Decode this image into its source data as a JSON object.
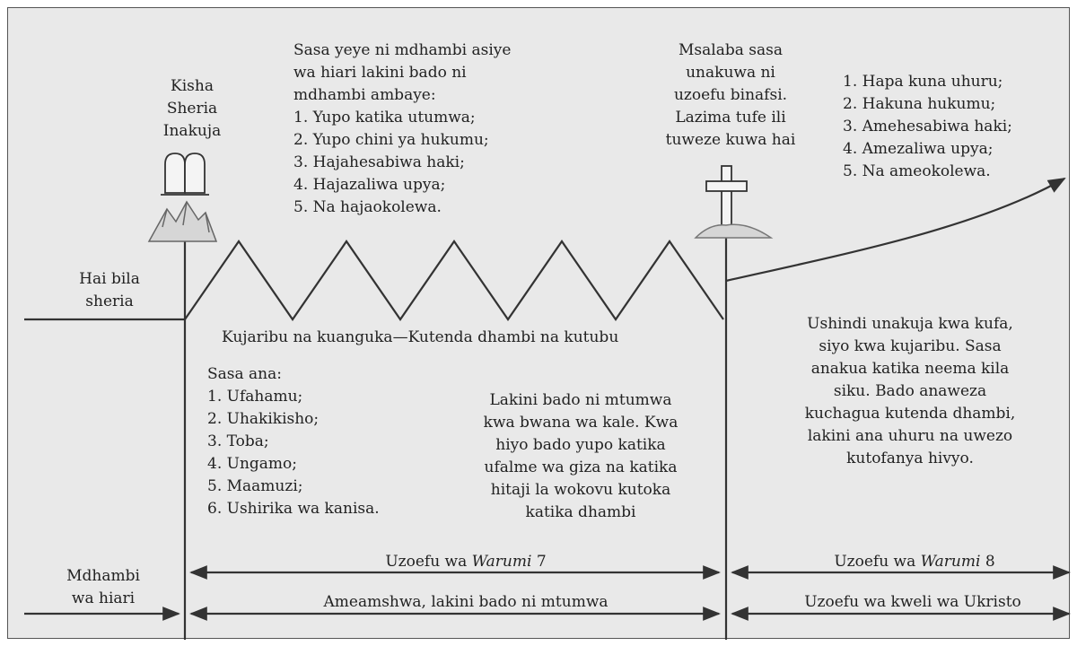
{
  "header": {
    "law_comes": [
      "Kisha",
      "Sheria",
      "Inakuja"
    ],
    "sinner_intro": [
      "Sasa yeye ni mdhambi asiye",
      "wa hiari lakini bado ni",
      "mdhambi ambaye:"
    ],
    "sinner_list": [
      "1. Yupo katika utumwa;",
      "2. Yupo chini ya hukumu;",
      "3. Hajahesabiwa haki;",
      "4. Hajazaliwa upya;",
      "5. Na hajaokolewa."
    ],
    "cross_text": [
      "Msalaba sasa",
      "unakuwa ni",
      "uzoefu binafsi.",
      "Lazima tufe ili",
      "tuweze kuwa hai"
    ],
    "freedom_list": [
      "1. Hapa kuna uhuru;",
      "2. Hakuna hukumu;",
      "3. Amehesabiwa haki;",
      "4. Amezaliwa upya;",
      "5. Na ameokolewa."
    ]
  },
  "left": {
    "without_law": [
      "Hai bila",
      "sheria"
    ],
    "willful_sinner": [
      "Mdhambi",
      "wa hiari"
    ]
  },
  "middle": {
    "zigzag_caption": "Kujaribu na kuanguka—Kutenda dhambi na kutubu",
    "now_has_title": "Sasa ana:",
    "now_has_list": [
      "1. Ufahamu;",
      "2. Uhakikisho;",
      "3. Toba;",
      "4. Ungamo;",
      "5. Maamuzi;",
      "6. Ushirika wa kanisa."
    ],
    "still_slave": [
      "Lakini bado ni mtumwa",
      "kwa bwana wa kale. Kwa",
      "hiyo bado yupo katika",
      "ufalme wa giza na katika",
      "hitaji la wokovu kutoka",
      "katika dhambi"
    ]
  },
  "right": {
    "victory": [
      "Ushindi unakuja kwa kufa,",
      "siyo kwa kujaribu. Sasa",
      "anakua katika neema kila",
      "siku. Bado anaweza",
      "kuchagua kutenda dhambi,",
      "lakini ana uhuru na uwezo",
      "kutofanya hivyo."
    ]
  },
  "timeline": {
    "romans7_prefix": "Uzoefu wa ",
    "romans7_book": "Warumi",
    "romans7_suffix": " 7",
    "romans8_prefix": "Uzoefu wa ",
    "romans8_book": "Warumi",
    "romans8_suffix": " 8",
    "awakened": "Ameamshwa, lakini bado ni mtumwa",
    "true_christian": "Uzoefu wa kweli wa Ukristo"
  },
  "colors": {
    "background": "#e9e9e9",
    "line": "#333333",
    "text": "#222222"
  }
}
